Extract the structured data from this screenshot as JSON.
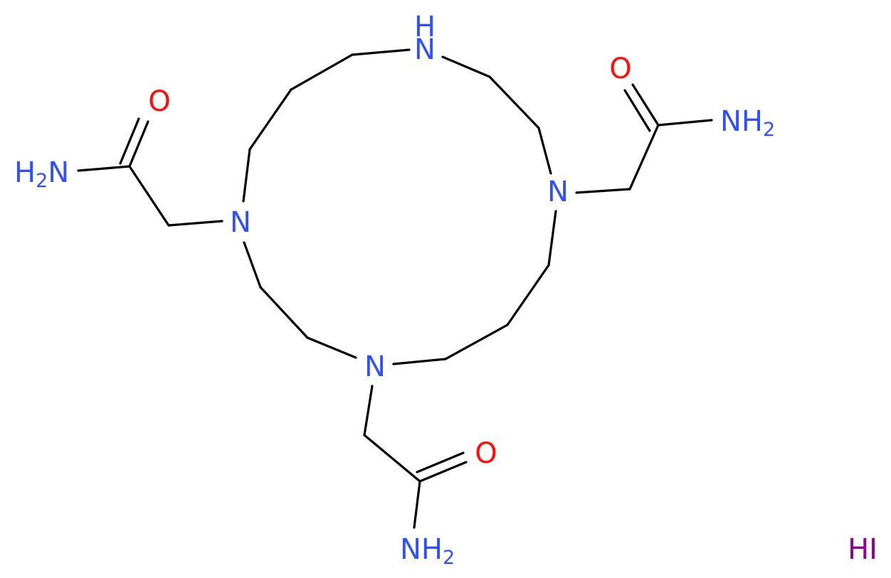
{
  "molecule": {
    "atoms": {
      "nh_top": "H",
      "n_top": "N",
      "n_left": "N",
      "n_right": "N",
      "n_bottom": "N",
      "o_left": "O",
      "o_right": "O",
      "o_bottom": "O",
      "nh2_left": {
        "main": "H",
        "sub": "2",
        "tail": "N"
      },
      "nh2_right": {
        "main": "NH",
        "sub": "2"
      },
      "nh2_bottom": {
        "main": "NH",
        "sub": "2"
      }
    },
    "counterion": "HI"
  },
  "colors": {
    "nitrogen": "#3050F8",
    "oxygen": "#FF0D0D",
    "iodine": "#940094",
    "bond": "#000000",
    "background": "#FFFFFF"
  }
}
